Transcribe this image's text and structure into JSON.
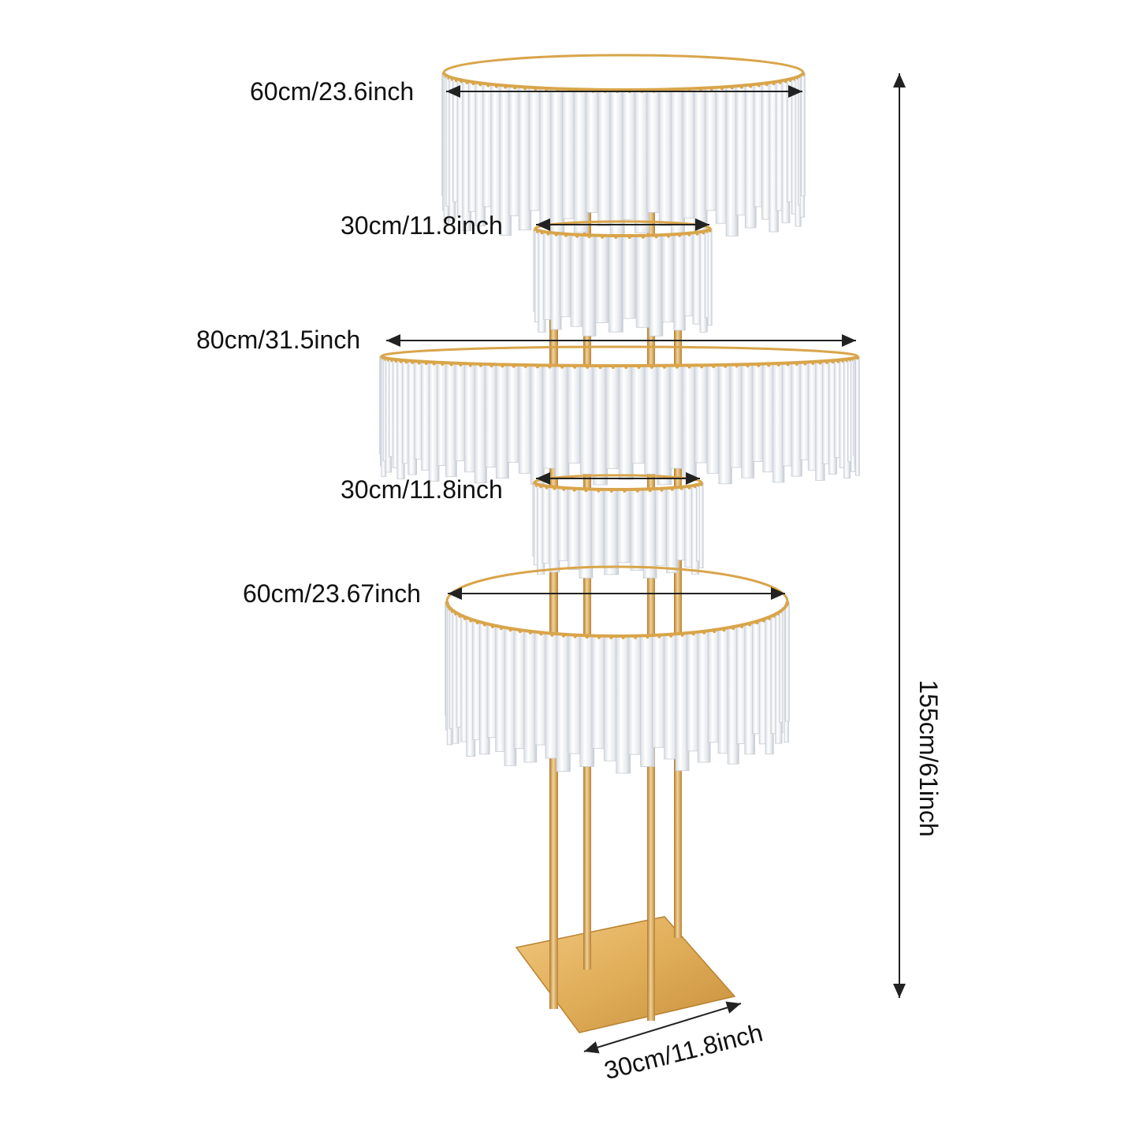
{
  "dimensions": {
    "top_tier_diameter": "60cm/23.6inch",
    "upper_small_tier_diameter": "30cm/11.8inch",
    "middle_tier_diameter": "80cm/31.5inch",
    "lower_small_tier_diameter": "30cm/11.8inch",
    "bottom_tier_diameter": "60cm/23.67inch",
    "total_height": "155cm/61inch",
    "base_width": "30cm/11.8inch"
  },
  "colors": {
    "gold": "#d9a54a",
    "gold_dark": "#b98332",
    "crystal": "#eef1f4",
    "crystal_edge": "#c9ced6",
    "arrow": "#222222"
  }
}
